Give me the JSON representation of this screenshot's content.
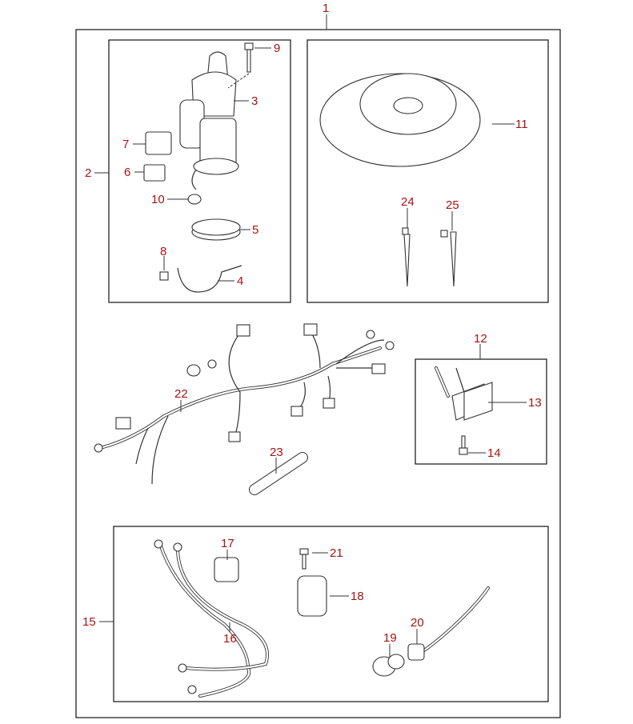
{
  "diagram": {
    "accent_color": "#a51414",
    "callouts": {
      "c1": "1",
      "c2": "2",
      "c3": "3",
      "c4": "4",
      "c5": "5",
      "c6": "6",
      "c7": "7",
      "c8": "8",
      "c9": "9",
      "c10": "10",
      "c11": "11",
      "c12": "12",
      "c13": "13",
      "c14": "14",
      "c15": "15",
      "c16": "16",
      "c17": "17",
      "c18": "18",
      "c19": "19",
      "c20": "20",
      "c21": "21",
      "c22": "22",
      "c23": "23",
      "c24": "24",
      "c25": "25"
    }
  }
}
